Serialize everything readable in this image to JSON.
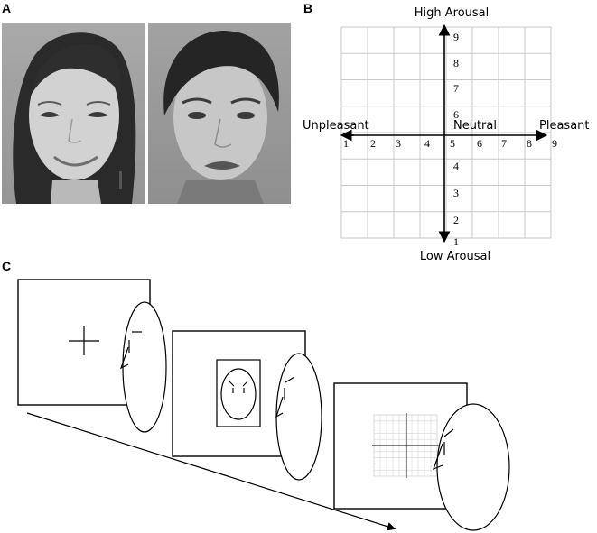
{
  "panels": {
    "a": "A",
    "b": "B",
    "c": "C"
  },
  "photos": {
    "left": "smiling-female-face-photo",
    "right": "frowning-male-face-photo"
  },
  "grid": {
    "top_label": "High Arousal",
    "bottom_label": "Low Arousal",
    "left_label": "Unpleasant",
    "right_label": "Pleasant",
    "center_label": "Neutral",
    "x_ticks": [
      "1",
      "2",
      "3",
      "4",
      "5",
      "6",
      "7",
      "8",
      "9"
    ],
    "y_ticks": [
      "1",
      "2",
      "3",
      "4",
      "5",
      "6",
      "7",
      "8",
      "9"
    ]
  },
  "procedure": {
    "screens": [
      "fixation-screen",
      "face-stimulus-screen",
      "rating-grid-screen"
    ]
  }
}
